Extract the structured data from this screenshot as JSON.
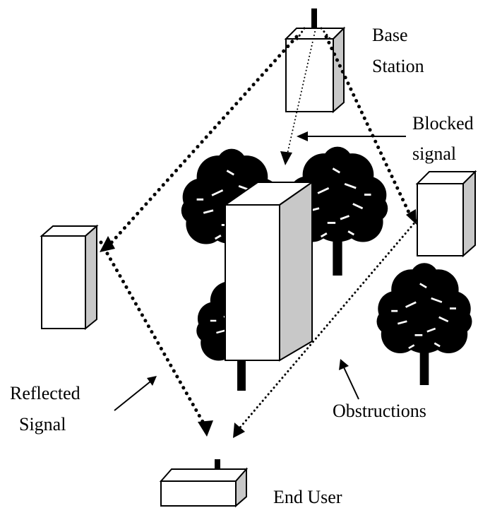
{
  "diagram": {
    "labels": {
      "base_station_line1": "Base",
      "base_station_line2": "Station",
      "blocked_signal_line1": "Blocked",
      "blocked_signal_line2": "signal",
      "reflected_signal_line1": "Reflected",
      "reflected_signal_line2": "Signal",
      "obstructions": "Obstructions",
      "end_user": "End User"
    },
    "icons": {
      "tree": "tree-icon",
      "building": "building-icon",
      "antenna": "antenna-icon"
    },
    "colors": {
      "background": "#ffffff",
      "ink": "#000000",
      "box_front": "#ffffff",
      "box_side": "#c8c8c8",
      "tree_fill": "#000000"
    }
  }
}
